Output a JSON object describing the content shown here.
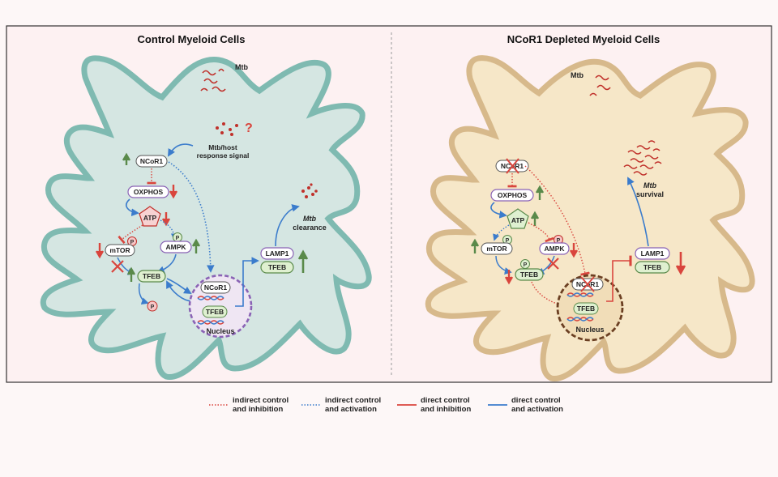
{
  "panels": {
    "left": {
      "title": "Control Myeloid Cells",
      "mtb": "Mtb",
      "signal_line1": "Mtb/host",
      "signal_line2": "response signal",
      "question": "?",
      "ncor1": "NCoR1",
      "oxphos": "OXPHOS",
      "atp": "ATP",
      "ampk": "AMPK",
      "mtor": "mTOR",
      "tfeb": "TFEB",
      "p": "P",
      "nucleus_ncor1": "NCoR1",
      "nucleus_tfeb": "TFEB",
      "nucleus": "Nucleus",
      "lamp1": "LAMP1",
      "lamp_tfeb": "TFEB",
      "outcome_line1": "Mtb",
      "outcome_line2": "clearance"
    },
    "right": {
      "title": "NCoR1 Depleted Myeloid Cells",
      "mtb": "Mtb",
      "ncor1": "NCoR1",
      "oxphos": "OXPHOS",
      "atp": "ATP",
      "ampk": "AMPK",
      "mtor": "mTOR",
      "tfeb": "TFEB",
      "p": "P",
      "nucleus_ncor1": "NCoR1",
      "nucleus_tfeb": "TFEB",
      "nucleus": "Nucleus",
      "lamp1": "LAMP1",
      "lamp_tfeb": "TFEB",
      "outcome_line1": "Mtb",
      "outcome_line2": "survival"
    }
  },
  "legend": [
    {
      "line1": "indirect control",
      "line2": "and inhibition",
      "color": "#d9453d",
      "style": "dotted"
    },
    {
      "line1": "indirect control",
      "line2": "and activation",
      "color": "#3b7ccc",
      "style": "dotted"
    },
    {
      "line1": "direct control",
      "line2": "and inhibition",
      "color": "#d9453d",
      "style": "solid"
    },
    {
      "line1": "direct control",
      "line2": "and activation",
      "color": "#3b7ccc",
      "style": "solid"
    }
  ],
  "colors": {
    "left_cell_fill": "#d5e6e2",
    "left_cell_stroke": "#7fbab1",
    "right_cell_fill": "#f6e7c8",
    "right_cell_stroke": "#d7b98b",
    "panel_left_bg": "#fdf1f2",
    "panel_right_bg": "#fdf1f2",
    "up_arrow": "#5a8a4a",
    "down_arrow": "#d9453d",
    "activation": "#3b7ccc",
    "inhibition": "#d9453d",
    "nucleus_left": "#8a63b5",
    "nucleus_right": "#7a4a2a"
  }
}
